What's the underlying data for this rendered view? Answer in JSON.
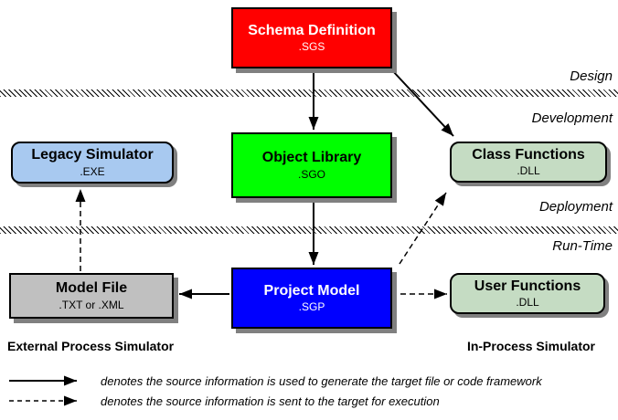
{
  "phases": [
    {
      "label": "Design"
    },
    {
      "label": "Development"
    },
    {
      "label": "Deployment"
    },
    {
      "label": "Run-Time"
    }
  ],
  "nodes": {
    "schema": {
      "title": "Schema Definition",
      "subtitle": ".SGS",
      "color": "#ff0000",
      "text_color": "#ffffff"
    },
    "object_library": {
      "title": "Object Library",
      "subtitle": ".SGO",
      "color": "#00ff00",
      "text_color": "#000000"
    },
    "legacy": {
      "title": "Legacy Simulator",
      "subtitle": ".EXE",
      "color": "#a8c9f0",
      "text_color": "#000000"
    },
    "class_functions": {
      "title": "Class Functions",
      "subtitle": ".DLL",
      "color": "#c5dcc3",
      "text_color": "#000000"
    },
    "project_model": {
      "title": "Project Model",
      "subtitle": ".SGP",
      "color": "#0000ff",
      "text_color": "#ffffff"
    },
    "model_file": {
      "title": "Model File",
      "subtitle": ".TXT or .XML",
      "color": "#c0c0c0",
      "text_color": "#000000"
    },
    "user_functions": {
      "title": "User Functions",
      "subtitle": ".DLL",
      "color": "#c5dcc3",
      "text_color": "#000000"
    }
  },
  "edges": [
    {
      "from": "Schema Definition",
      "to": "Object Library",
      "style": "solid"
    },
    {
      "from": "Schema Definition",
      "to": "Class Functions",
      "style": "solid"
    },
    {
      "from": "Object Library",
      "to": "Project Model",
      "style": "solid"
    },
    {
      "from": "Project Model",
      "to": "Model File",
      "style": "solid"
    },
    {
      "from": "Project Model",
      "to": "User Functions",
      "style": "dashed"
    },
    {
      "from": "Project Model",
      "to": "Class Functions",
      "style": "dashed"
    },
    {
      "from": "Model File",
      "to": "Legacy Simulator",
      "style": "dashed"
    }
  ],
  "footers": {
    "left": "External Process Simulator",
    "right": "In-Process Simulator"
  },
  "legend": [
    {
      "style": "solid",
      "text": "denotes the source information is used to generate the target file or code framework"
    },
    {
      "style": "dashed",
      "text": "denotes the source information is sent to the target for execution"
    }
  ],
  "shadow_color": "#808080"
}
